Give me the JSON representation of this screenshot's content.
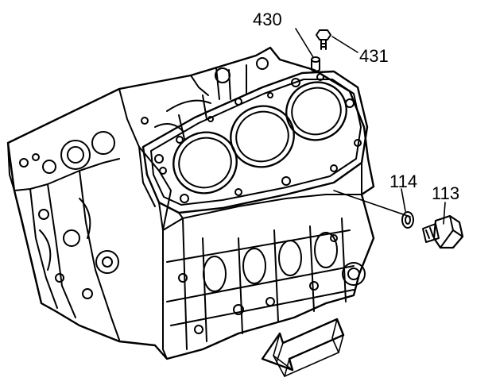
{
  "diagram": {
    "type": "exploded-parts-illustration",
    "callouts": [
      {
        "id": "430",
        "label": "430"
      },
      {
        "id": "431",
        "label": "431"
      },
      {
        "id": "114",
        "label": "114"
      },
      {
        "id": "113",
        "label": "113"
      }
    ],
    "colors": {
      "ink": "#000000",
      "paper": "#ffffff",
      "arrow_fill": "#ffffff"
    }
  }
}
